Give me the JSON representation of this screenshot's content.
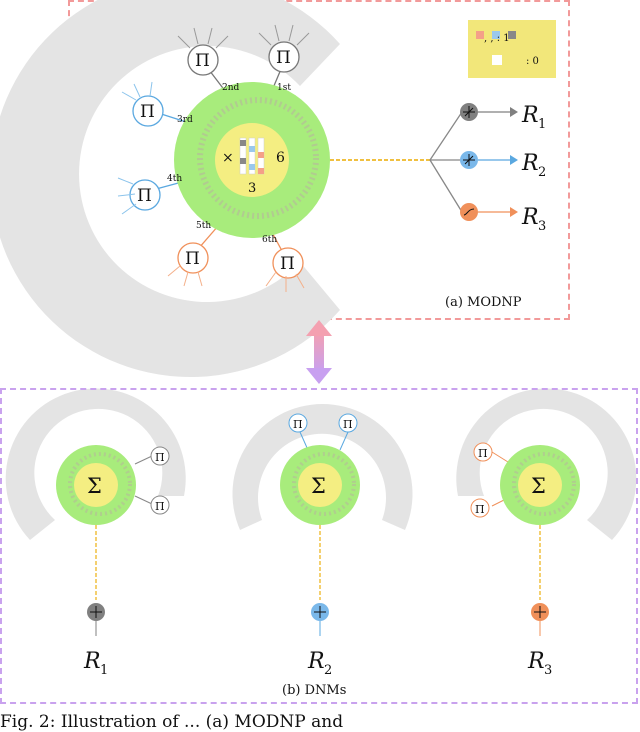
{
  "panel_a": {
    "label": "(a) MODNP",
    "border_color": "#f29a9a",
    "dendrites": [
      {
        "label": "2nd",
        "symbol": "Π",
        "color": "#777777"
      },
      {
        "label": "1st",
        "symbol": "Π",
        "color": "#777777"
      },
      {
        "label": "3rd",
        "symbol": "Π",
        "color": "#5aa8e0"
      },
      {
        "label": "4th",
        "symbol": "Π",
        "color": "#5aa8e0"
      },
      {
        "label": "5th",
        "symbol": "Π",
        "color": "#f0905a"
      },
      {
        "label": "6th",
        "symbol": "Π",
        "color": "#f0905a"
      }
    ],
    "soma": {
      "left": "×",
      "right": "6",
      "bottom": "3"
    },
    "legend": {
      "row1": ", , : 1",
      "row2": ": 0",
      "bg": "#f2e77a"
    },
    "outputs": [
      {
        "label": "R1",
        "base": "R",
        "sub": "1",
        "color": "#808080"
      },
      {
        "label": "R2",
        "base": "R",
        "sub": "2",
        "color": "#5aa8e0"
      },
      {
        "label": "R3",
        "base": "R",
        "sub": "3",
        "color": "#f0905a"
      }
    ]
  },
  "panel_b": {
    "label": "(b) DNMs",
    "border_color": "#c9a2ee",
    "models": [
      {
        "sum": "Σ",
        "symbol": "Π",
        "base": "R",
        "sub": "1",
        "color": "#808080"
      },
      {
        "sum": "Σ",
        "symbol": "Π",
        "base": "R",
        "sub": "2",
        "color": "#5aa8e0"
      },
      {
        "sum": "Σ",
        "symbol": "Π",
        "base": "R",
        "sub": "3",
        "color": "#f0905a"
      }
    ]
  },
  "colors": {
    "ring": "#e4e4e4",
    "cell": "#a8ec7c",
    "nucleus": "#f4ee82",
    "arrow_top": "#f4a0b0",
    "arrow_bottom": "#c8a0f0"
  },
  "caption": "Fig. 2: Illustration of ... (a) MODNP and"
}
